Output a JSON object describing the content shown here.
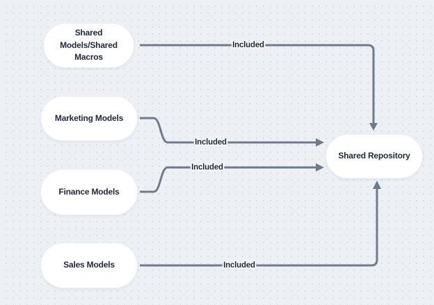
{
  "diagram": {
    "nodes": [
      {
        "id": "shared-models",
        "label": "Shared\nModels/Shared\nMacros"
      },
      {
        "id": "marketing",
        "label": "Marketing Models"
      },
      {
        "id": "finance",
        "label": "Finance Models"
      },
      {
        "id": "sales",
        "label": "Sales Models"
      },
      {
        "id": "repository",
        "label": "Shared Repository"
      }
    ],
    "connections": [
      {
        "from": "shared-models",
        "to": "repository",
        "label": "Included"
      },
      {
        "from": "marketing",
        "to": "repository",
        "label": "Included"
      },
      {
        "from": "finance",
        "to": "repository",
        "label": "Included"
      },
      {
        "from": "sales",
        "to": "repository",
        "label": "Included"
      }
    ],
    "colors": {
      "background": "#edf0f4",
      "grid_dot": "#d5dae1",
      "node_fill": "#ffffff",
      "connector": "#6e7b8a",
      "text": "#1d2938",
      "label_halo": "#ffffff"
    }
  }
}
